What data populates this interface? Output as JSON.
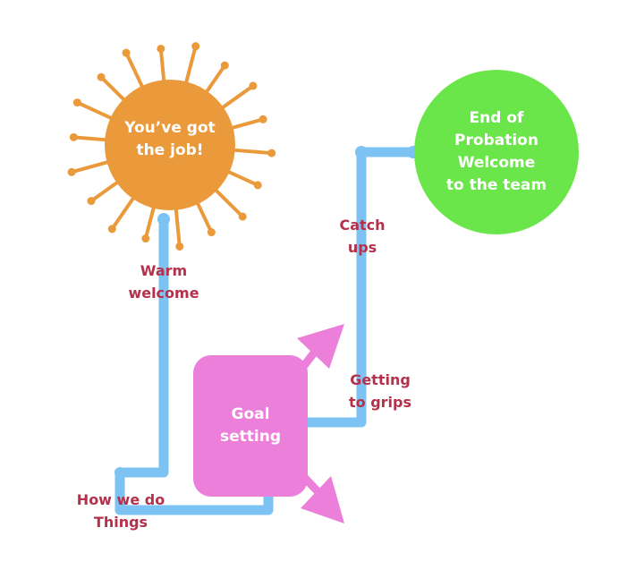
{
  "colors": {
    "path": "#7cc3f4",
    "sun": "#ea9a3b",
    "goal_box": "#ec7fd9",
    "end_circle": "#6be64a",
    "label": "#b5304a",
    "white_text": "#ffffff"
  },
  "sun": {
    "line1": "You’ve got",
    "line2": "the job!"
  },
  "end": {
    "line1": "End of",
    "line2": "Probation",
    "line3": "Welcome",
    "line4": "to the team"
  },
  "goal": {
    "line1": "Goal",
    "line2": "setting"
  },
  "steps": {
    "warm_1": "Warm",
    "warm_2": "welcome",
    "how_1": "How we do",
    "how_2": "Things",
    "grips_1": "Getting",
    "grips_2": "to grips",
    "catch_1": "Catch",
    "catch_2": "ups"
  }
}
